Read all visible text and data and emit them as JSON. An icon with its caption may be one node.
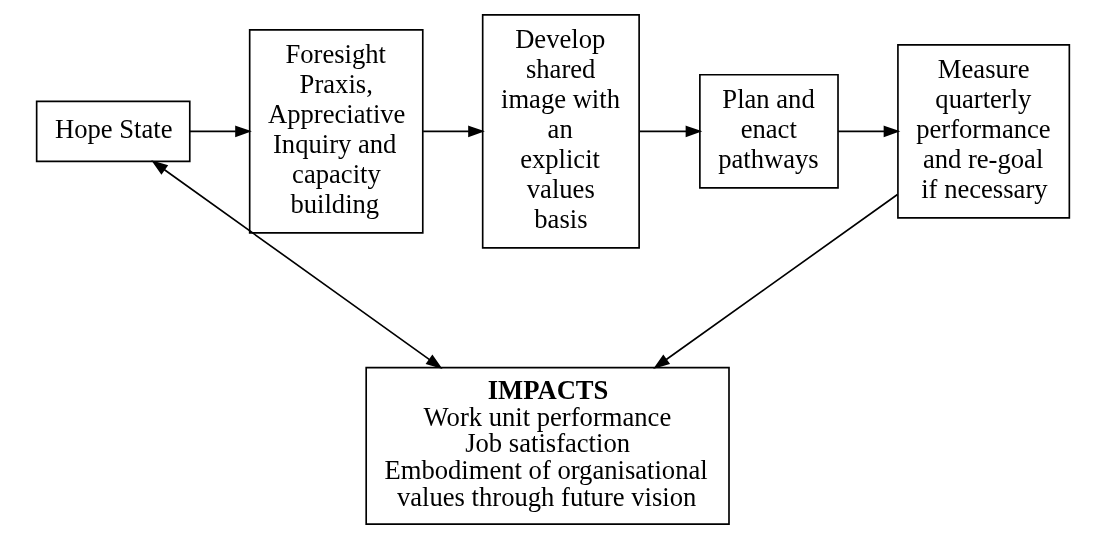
{
  "diagram": {
    "nodes": [
      {
        "text": [
          "Hope State"
        ]
      },
      {
        "text": [
          "Foresight Praxis, Appreciative Inquiry and capacity building"
        ]
      },
      {
        "text": [
          "Develop shared image with an explicit values basis"
        ]
      },
      {
        "text": [
          "Plan and enact pathways"
        ]
      },
      {
        "text": [
          "Measure quarterly performance and re-goal if necessary"
        ]
      },
      {
        "text": [
          "IMPACTS",
          "Work unit performance",
          "Job satisfaction",
          "Embodiment of organisational values through future vision"
        ]
      }
    ],
    "edges": [
      {
        "from": 0,
        "to": 1,
        "arrow": "to"
      },
      {
        "from": 1,
        "to": 2,
        "arrow": "to"
      },
      {
        "from": 2,
        "to": 3,
        "arrow": "to"
      },
      {
        "from": 3,
        "to": 4,
        "arrow": "to"
      },
      {
        "from": 4,
        "to": 5,
        "arrow": "to"
      },
      {
        "from": 0,
        "to": 5,
        "arrow": "both"
      }
    ]
  }
}
